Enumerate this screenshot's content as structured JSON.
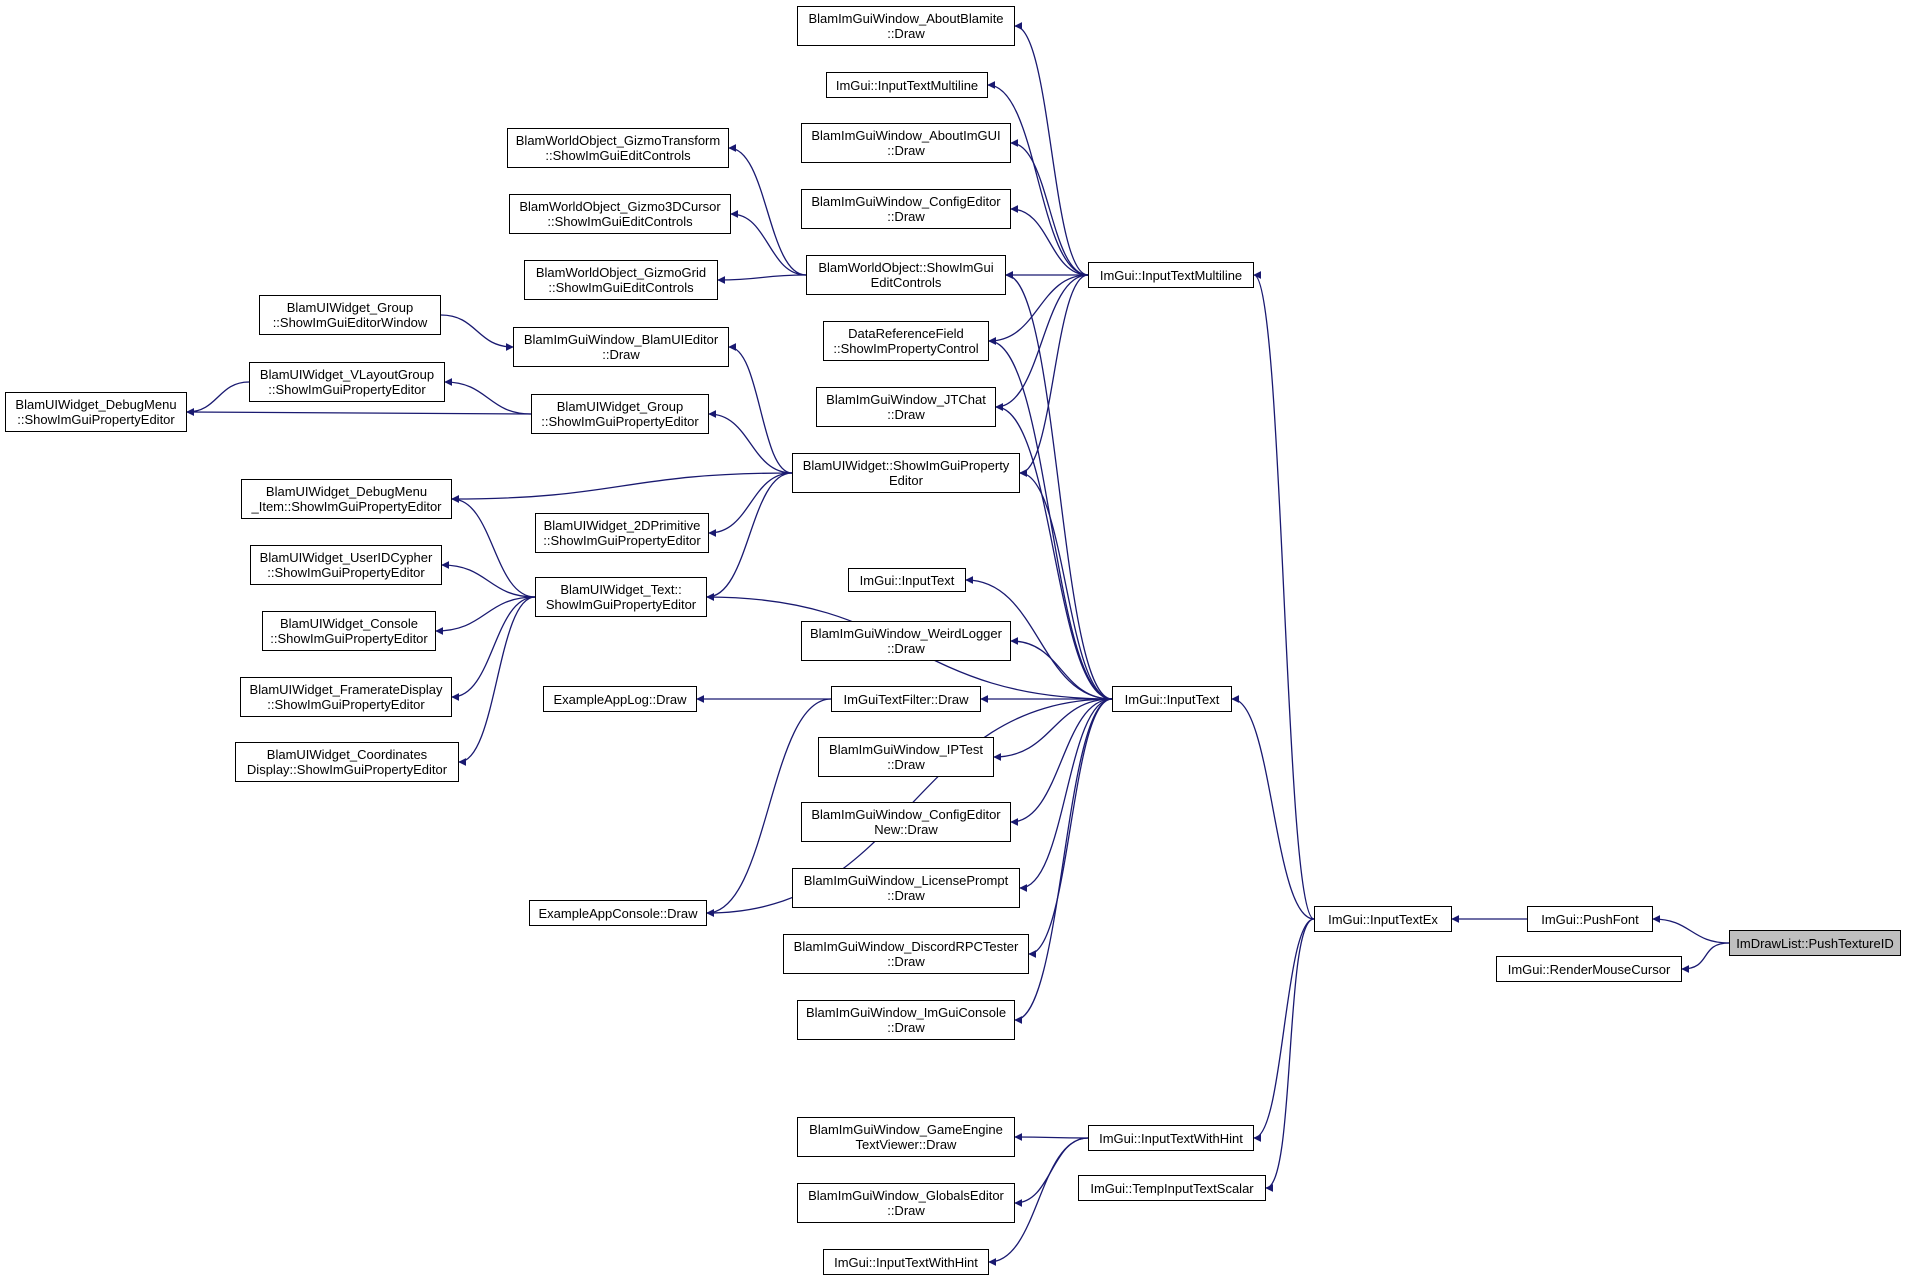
{
  "diagram": {
    "type": "caller-graph",
    "edge_color": "#191970",
    "root_node_fill": "#bfbfbf",
    "nodes": [
      {
        "id": "push_texture_id",
        "label": "ImDrawList::PushTextureID",
        "root": true
      },
      {
        "id": "push_font",
        "label": "ImGui::PushFont"
      },
      {
        "id": "render_mouse_cursor",
        "label": "ImGui::RenderMouseCursor"
      },
      {
        "id": "input_text_ex",
        "label": "ImGui::InputTextEx"
      },
      {
        "id": "input_text_multiline_main",
        "label": "ImGui::InputTextMultiline"
      },
      {
        "id": "input_text_main",
        "label": "ImGui::InputText"
      },
      {
        "id": "input_text_with_hint_main",
        "label": "ImGui::InputTextWithHint"
      },
      {
        "id": "temp_input_text_scalar",
        "label": "ImGui::TempInputTextScalar"
      },
      {
        "id": "about_blamite",
        "label": "BlamImGuiWindow_AboutBlamite\n::Draw"
      },
      {
        "id": "input_text_multiline_2",
        "label": "ImGui::InputTextMultiline"
      },
      {
        "id": "about_imgui",
        "label": "BlamImGuiWindow_AboutImGUI\n::Draw"
      },
      {
        "id": "config_editor",
        "label": "BlamImGuiWindow_ConfigEditor\n::Draw"
      },
      {
        "id": "world_object_show",
        "label": "BlamWorldObject::ShowImGui\nEditControls"
      },
      {
        "id": "data_reference_field",
        "label": "DataReferenceField\n::ShowImPropertyControl"
      },
      {
        "id": "jt_chat",
        "label": "BlamImGuiWindow_JTChat\n::Draw"
      },
      {
        "id": "ui_widget_show",
        "label": "BlamUIWidget::ShowImGuiProperty\nEditor"
      },
      {
        "id": "gizmo_transform",
        "label": "BlamWorldObject_GizmoTransform\n::ShowImGuiEditControls"
      },
      {
        "id": "gizmo_3d_cursor",
        "label": "BlamWorldObject_Gizmo3DCursor\n::ShowImGuiEditControls"
      },
      {
        "id": "gizmo_grid",
        "label": "BlamWorldObject_GizmoGrid\n::ShowImGuiEditControls"
      },
      {
        "id": "widget_group_editor_window",
        "label": "BlamUIWidget_Group\n::ShowImGuiEditorWindow"
      },
      {
        "id": "ui_editor_draw",
        "label": "BlamImGuiWindow_BlamUIEditor\n::Draw"
      },
      {
        "id": "vlayout_group",
        "label": "BlamUIWidget_VLayoutGroup\n::ShowImGuiPropertyEditor"
      },
      {
        "id": "debug_menu",
        "label": "BlamUIWidget_DebugMenu\n::ShowImGuiPropertyEditor"
      },
      {
        "id": "widget_group_prop",
        "label": "BlamUIWidget_Group\n::ShowImGuiPropertyEditor"
      },
      {
        "id": "debug_menu_item",
        "label": "BlamUIWidget_DebugMenu\n_Item::ShowImGuiPropertyEditor"
      },
      {
        "id": "primitive_2d",
        "label": "BlamUIWidget_2DPrimitive\n::ShowImGuiPropertyEditor"
      },
      {
        "id": "userid_cypher",
        "label": "BlamUIWidget_UserIDCypher\n::ShowImGuiPropertyEditor"
      },
      {
        "id": "widget_text",
        "label": "BlamUIWidget_Text::\nShowImGuiPropertyEditor"
      },
      {
        "id": "widget_console",
        "label": "BlamUIWidget_Console\n::ShowImGuiPropertyEditor"
      },
      {
        "id": "framerate_display",
        "label": "BlamUIWidget_FramerateDisplay\n::ShowImGuiPropertyEditor"
      },
      {
        "id": "coordinates_display",
        "label": "BlamUIWidget_Coordinates\nDisplay::ShowImGuiPropertyEditor"
      },
      {
        "id": "input_text_2",
        "label": "ImGui::InputText"
      },
      {
        "id": "weird_logger",
        "label": "BlamImGuiWindow_WeirdLogger\n::Draw"
      },
      {
        "id": "text_filter_draw",
        "label": "ImGuiTextFilter::Draw"
      },
      {
        "id": "example_app_log",
        "label": "ExampleAppLog::Draw"
      },
      {
        "id": "ip_test",
        "label": "BlamImGuiWindow_IPTest\n::Draw"
      },
      {
        "id": "config_editor_new",
        "label": "BlamImGuiWindow_ConfigEditor\nNew::Draw"
      },
      {
        "id": "license_prompt",
        "label": "BlamImGuiWindow_LicensePrompt\n::Draw"
      },
      {
        "id": "discord_rpc",
        "label": "BlamImGuiWindow_DiscordRPCTester\n::Draw"
      },
      {
        "id": "example_app_console",
        "label": "ExampleAppConsole::Draw"
      },
      {
        "id": "imgui_console",
        "label": "BlamImGuiWindow_ImGuiConsole\n::Draw"
      },
      {
        "id": "game_engine_text_viewer",
        "label": "BlamImGuiWindow_GameEngine\nTextViewer::Draw"
      },
      {
        "id": "globals_editor",
        "label": "BlamImGuiWindow_GlobalsEditor\n::Draw"
      },
      {
        "id": "input_text_with_hint_2",
        "label": "ImGui::InputTextWithHint"
      }
    ],
    "edges": [
      {
        "from": "push_font",
        "to": "push_texture_id"
      },
      {
        "from": "render_mouse_cursor",
        "to": "push_texture_id"
      },
      {
        "from": "input_text_ex",
        "to": "push_font"
      },
      {
        "from": "input_text_multiline_main",
        "to": "input_text_ex"
      },
      {
        "from": "input_text_main",
        "to": "input_text_ex"
      },
      {
        "from": "input_text_with_hint_main",
        "to": "input_text_ex"
      },
      {
        "from": "temp_input_text_scalar",
        "to": "input_text_ex"
      },
      {
        "from": "about_blamite",
        "to": "input_text_multiline_main"
      },
      {
        "from": "input_text_multiline_2",
        "to": "input_text_multiline_main"
      },
      {
        "from": "about_imgui",
        "to": "input_text_multiline_main"
      },
      {
        "from": "config_editor",
        "to": "input_text_multiline_main"
      },
      {
        "from": "world_object_show",
        "to": "input_text_multiline_main"
      },
      {
        "from": "data_reference_field",
        "to": "input_text_multiline_main"
      },
      {
        "from": "jt_chat",
        "to": "input_text_multiline_main"
      },
      {
        "from": "ui_widget_show",
        "to": "input_text_multiline_main"
      },
      {
        "from": "world_object_show",
        "to": "input_text_main"
      },
      {
        "from": "data_reference_field",
        "to": "input_text_main"
      },
      {
        "from": "jt_chat",
        "to": "input_text_main"
      },
      {
        "from": "ui_widget_show",
        "to": "input_text_main"
      },
      {
        "from": "widget_text",
        "to": "input_text_main"
      },
      {
        "from": "input_text_2",
        "to": "input_text_main"
      },
      {
        "from": "weird_logger",
        "to": "input_text_main"
      },
      {
        "from": "text_filter_draw",
        "to": "input_text_main"
      },
      {
        "from": "ip_test",
        "to": "input_text_main"
      },
      {
        "from": "config_editor_new",
        "to": "input_text_main"
      },
      {
        "from": "license_prompt",
        "to": "input_text_main"
      },
      {
        "from": "discord_rpc",
        "to": "input_text_main"
      },
      {
        "from": "imgui_console",
        "to": "input_text_main"
      },
      {
        "from": "example_app_console",
        "to": "input_text_main"
      },
      {
        "from": "gizmo_transform",
        "to": "world_object_show"
      },
      {
        "from": "gizmo_3d_cursor",
        "to": "world_object_show"
      },
      {
        "from": "gizmo_grid",
        "to": "world_object_show"
      },
      {
        "from": "ui_editor_draw",
        "to": "widget_group_editor_window"
      },
      {
        "from": "ui_editor_draw",
        "to": "ui_widget_show"
      },
      {
        "from": "debug_menu",
        "to": "vlayout_group"
      },
      {
        "from": "debug_menu",
        "to": "widget_group_prop"
      },
      {
        "from": "vlayout_group",
        "to": "widget_group_prop"
      },
      {
        "from": "widget_group_prop",
        "to": "ui_widget_show"
      },
      {
        "from": "debug_menu_item",
        "to": "ui_widget_show"
      },
      {
        "from": "primitive_2d",
        "to": "ui_widget_show"
      },
      {
        "from": "widget_text",
        "to": "ui_widget_show"
      },
      {
        "from": "debug_menu_item",
        "to": "widget_text"
      },
      {
        "from": "userid_cypher",
        "to": "widget_text"
      },
      {
        "from": "widget_console",
        "to": "widget_text"
      },
      {
        "from": "framerate_display",
        "to": "widget_text"
      },
      {
        "from": "coordinates_display",
        "to": "widget_text"
      },
      {
        "from": "example_app_log",
        "to": "text_filter_draw"
      },
      {
        "from": "example_app_console",
        "to": "text_filter_draw"
      },
      {
        "from": "game_engine_text_viewer",
        "to": "input_text_with_hint_main"
      },
      {
        "from": "globals_editor",
        "to": "input_text_with_hint_main"
      },
      {
        "from": "input_text_with_hint_2",
        "to": "input_text_with_hint_main"
      }
    ]
  }
}
